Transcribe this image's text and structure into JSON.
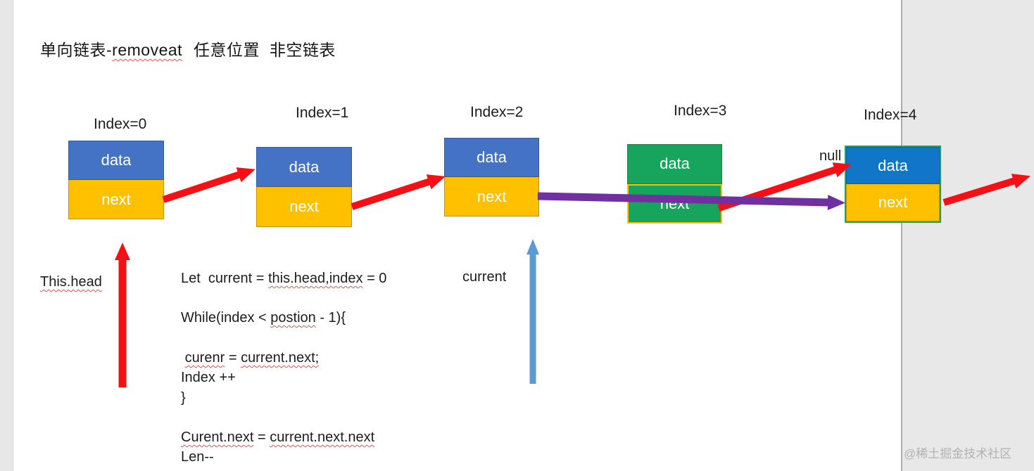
{
  "title": {
    "part1": "单向链表-",
    "part2_misspelled": "removeat",
    "part3": "任意位置  非空链表"
  },
  "nodes": [
    {
      "index_label": "Index=0",
      "data_label": "data",
      "next_label": "next",
      "data_bg": "#4472C4",
      "next_bg": "#FFC000"
    },
    {
      "index_label": "Index=1",
      "data_label": "data",
      "next_label": "next",
      "data_bg": "#4472C4",
      "next_bg": "#FFC000"
    },
    {
      "index_label": "Index=2",
      "data_label": "data",
      "next_label": "next",
      "data_bg": "#4472C4",
      "next_bg": "#FFC000"
    },
    {
      "index_label": "Index=3",
      "data_label": "data",
      "next_label": "next",
      "data_bg": "#17A45C",
      "next_bg": "#17A45C",
      "next_border": "#FFC000"
    },
    {
      "index_label": "Index=4",
      "data_label": "data",
      "next_label": "next",
      "data_bg": "#1176C8",
      "next_bg": "#FFC000",
      "box_border": "#21A366"
    }
  ],
  "labels": {
    "null_label": "null",
    "this_head": "This.head",
    "current": "current"
  },
  "code": {
    "l1": {
      "a": "Let  current = ",
      "b": "this.head,index",
      "c": " = 0"
    },
    "l2": {
      "a": "While(index < ",
      "b": "postion",
      "c": " - 1){"
    },
    "l3": {
      "a": " ",
      "b": "curenr",
      "c": " = ",
      "d": "current.next;"
    },
    "l4": "Index ++",
    "l5": "}",
    "l6": {
      "a": "Curent.next",
      "b": " = ",
      "c": "current.next.next"
    },
    "l7": "Len--"
  },
  "watermark": "@稀土掘金技术社区",
  "colors": {
    "arrow_red": "#F51015",
    "arrow_purple": "#7030A0",
    "arrow_blue": "#5B9BD5",
    "squiggle": "#E05050",
    "node_blue": "#4472C4",
    "node_blue_bright": "#1176C8",
    "node_green": "#17A45C",
    "node_yellow": "#FFC000"
  }
}
